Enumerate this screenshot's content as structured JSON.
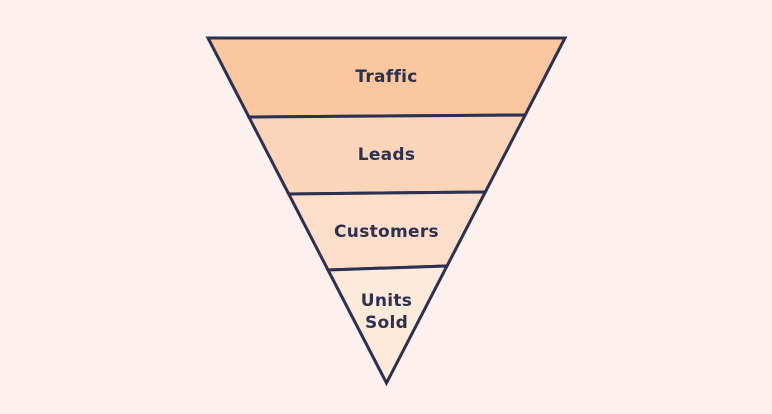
{
  "page": {
    "background_color": "#fdf1ed"
  },
  "funnel": {
    "type": "funnel-diagram",
    "orientation": "inverted-pyramid",
    "outline_color": "#2b3150",
    "label_color": "#2b3150",
    "stages": [
      {
        "label": "Traffic",
        "fill": "#fac7a0"
      },
      {
        "label": "Leads",
        "fill": "#fbd5b9"
      },
      {
        "label": "Customers",
        "fill": "#fcdeca"
      },
      {
        "label": "Units Sold",
        "lines": [
          "Units",
          "Sold"
        ],
        "fill": "#fdeadb"
      }
    ]
  }
}
